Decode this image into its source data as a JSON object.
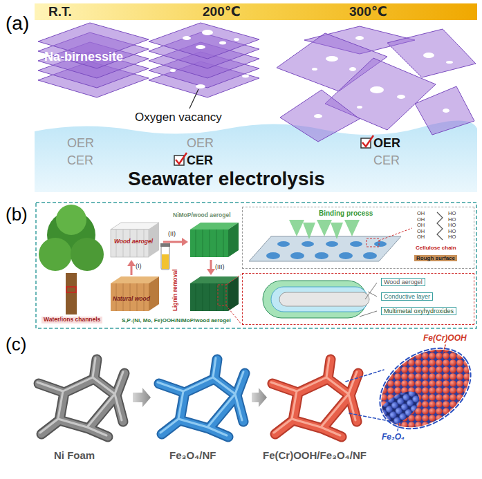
{
  "diagram": {
    "nodes": [
      {
        "text": [
          "Binding process",
          "Cellulose chain",
          "Rough surface"
        ]
      },
      {
        "text": [
          "Wood aerogel",
          "Conductive layer",
          "Multimetal oxyhydroxides"
        ]
      }
    ],
    "labels": [
      "(a)",
      "R.T.",
      "200℃",
      "300℃",
      "Na-birnessite",
      "Oxygen vacancy",
      "OER",
      "CER",
      "OER",
      "CER",
      "OER",
      "CER",
      "Seawater electrolysis",
      "(b)",
      "Wood aerogel",
      "(I)",
      "Natural wood",
      "Water/ions channels",
      "(II)",
      "Lignin removal",
      "NiMoP/wood aerogel",
      "(III)",
      "S,P-(Ni, Mo, Fe)OOH/NiMoP/wood aerogel",
      "OH",
      "OH",
      "OH",
      "OH",
      "OH",
      "HO",
      "HO",
      "HO",
      "HO",
      "HO",
      "(c)",
      "Ni Foam",
      "Fe₃O₄/NF",
      "Fe(Cr)OOH/Fe₃O₄/NF",
      "Fe(Cr)OOH",
      "Fe₃O₄"
    ]
  }
}
